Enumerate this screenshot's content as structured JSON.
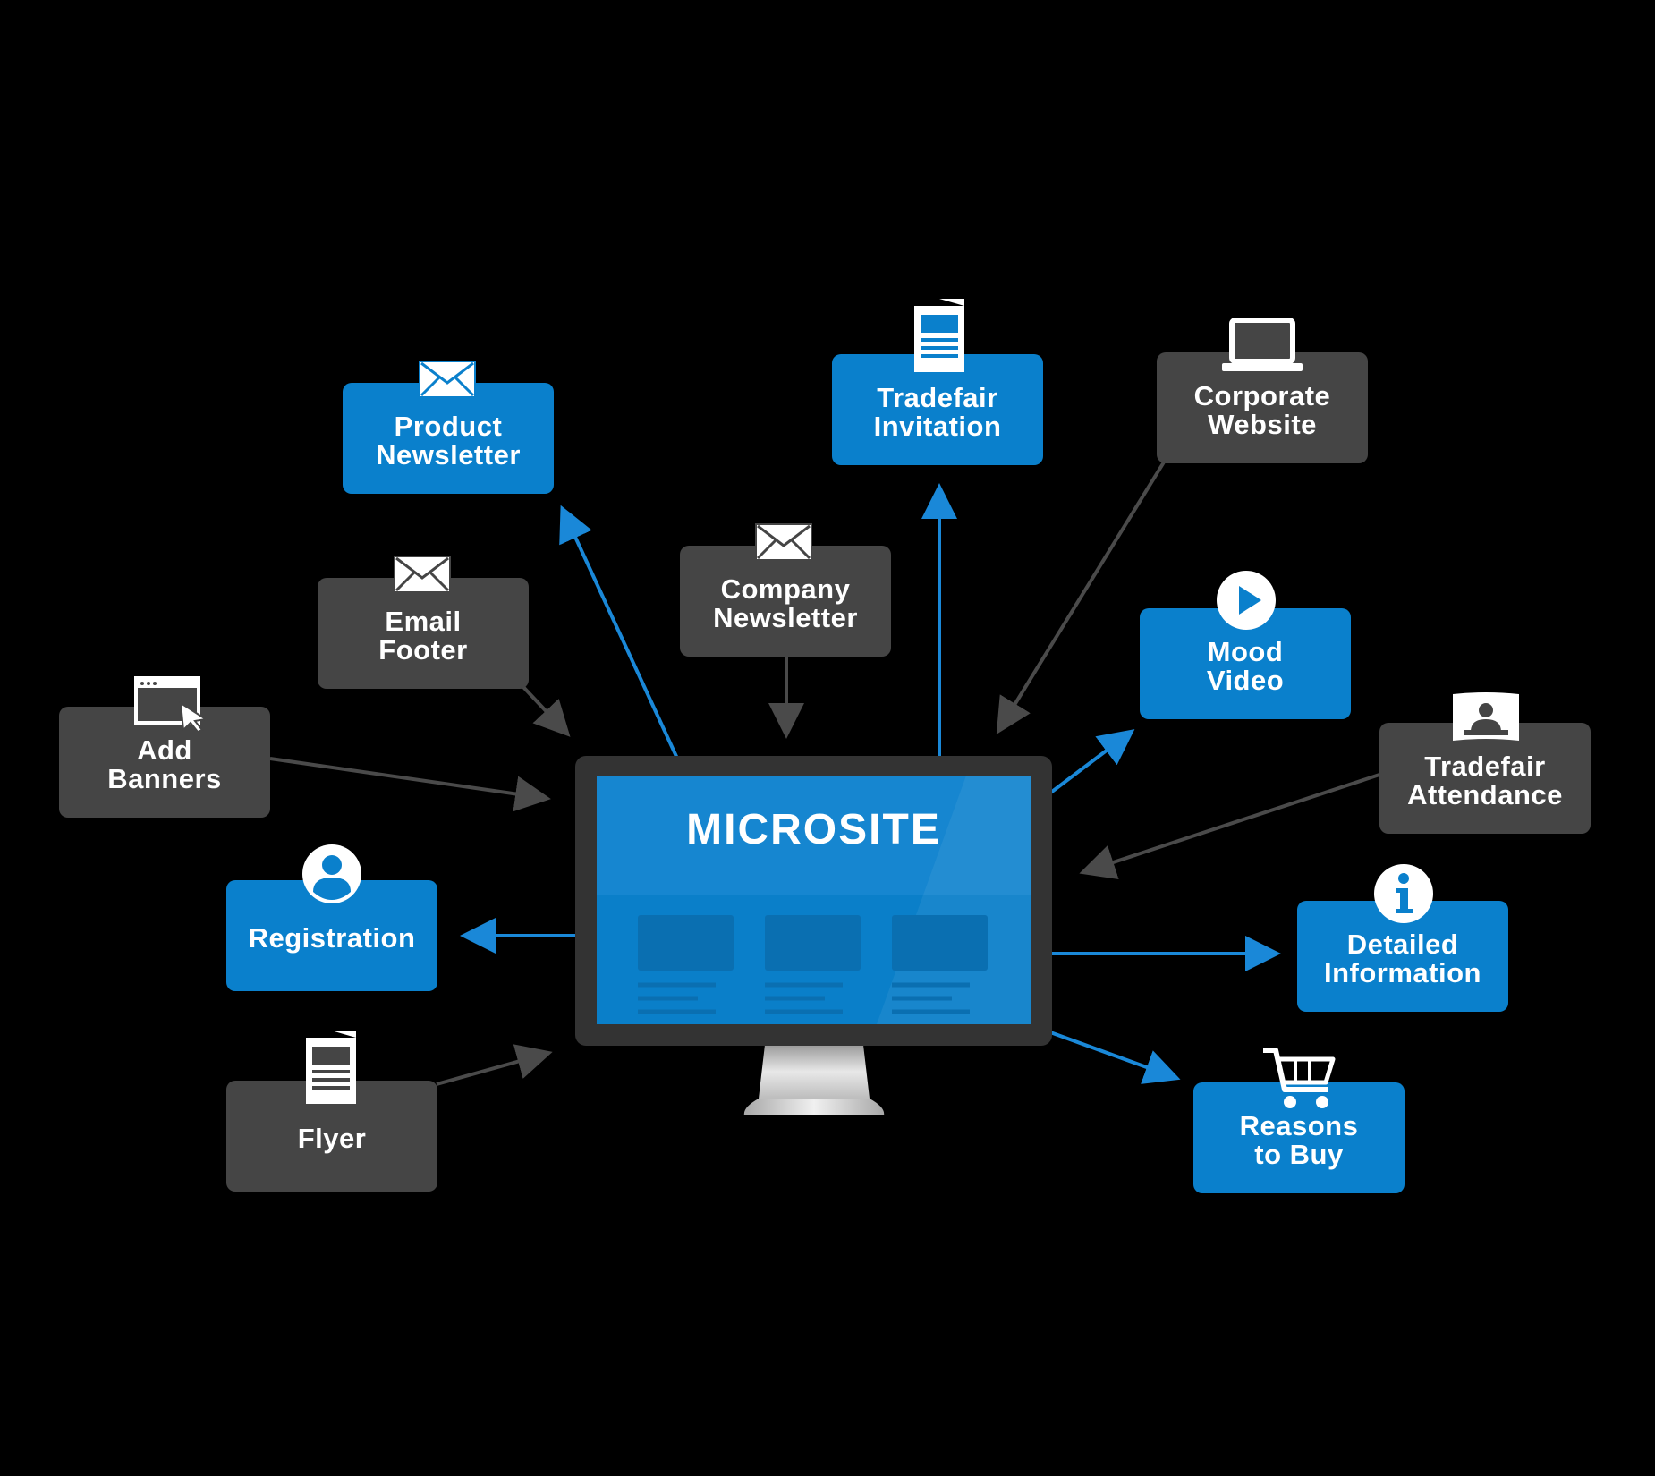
{
  "center": {
    "title": "MICROSITE"
  },
  "nodes": {
    "product_newsletter": {
      "label": "Product\nNewsletter",
      "color": "#0a80cc",
      "icon": "envelope-icon"
    },
    "tradefair_invitation": {
      "label": "Tradefair\nInvitation",
      "color": "#0a80cc",
      "icon": "document-icon"
    },
    "corporate_website": {
      "label": "Corporate\nWebsite",
      "color": "#454545",
      "icon": "laptop-icon"
    },
    "email_footer": {
      "label": "Email\nFooter",
      "color": "#454545",
      "icon": "envelope-icon"
    },
    "company_newsletter": {
      "label": "Company\nNewsletter",
      "color": "#454545",
      "icon": "envelope-icon"
    },
    "mood_video": {
      "label": "Mood\nVideo",
      "color": "#0a80cc",
      "icon": "play-icon"
    },
    "add_banners": {
      "label": "Add\nBanners",
      "color": "#454545",
      "icon": "browser-cursor-icon"
    },
    "tradefair_attendance": {
      "label": "Tradefair\nAttendance",
      "color": "#454545",
      "icon": "presenter-icon"
    },
    "registration": {
      "label": "Registration",
      "color": "#0a80cc",
      "icon": "user-icon"
    },
    "detailed_information": {
      "label": "Detailed\nInformation",
      "color": "#0a80cc",
      "icon": "info-icon"
    },
    "flyer": {
      "label": "Flyer",
      "color": "#454545",
      "icon": "document-icon"
    },
    "reasons_to_buy": {
      "label": "Reasons\nto Buy",
      "color": "#0a80cc",
      "icon": "cart-icon"
    }
  },
  "colors": {
    "background": "#000000",
    "blue": "#0a80cc",
    "gray": "#454545",
    "blue_arrow": "#1a88d8",
    "gray_arrow": "#4a4a4a"
  }
}
